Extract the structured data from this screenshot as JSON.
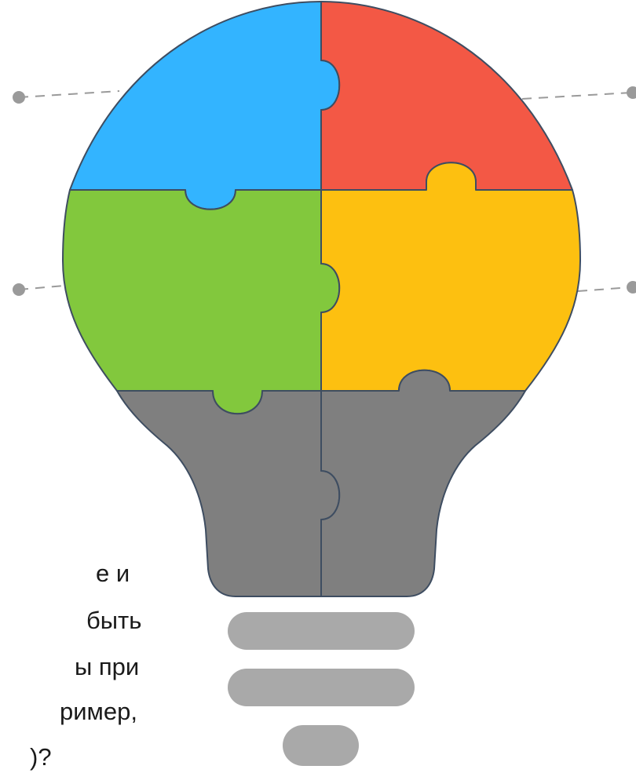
{
  "colors": {
    "blue": "#33b4ff",
    "red": "#f35845",
    "green": "#82c83d",
    "yellow": "#fdc010",
    "dark_gray": "#7f7f7f",
    "light_gray": "#a9a9a9",
    "outline": "#3e4d61",
    "connector": "#9a9a9a"
  },
  "icons": [
    "lightbulb-puzzle-icon"
  ],
  "text_fragments": [
    "е и",
    "быть",
    "ы при",
    "ример,",
    ")?"
  ]
}
